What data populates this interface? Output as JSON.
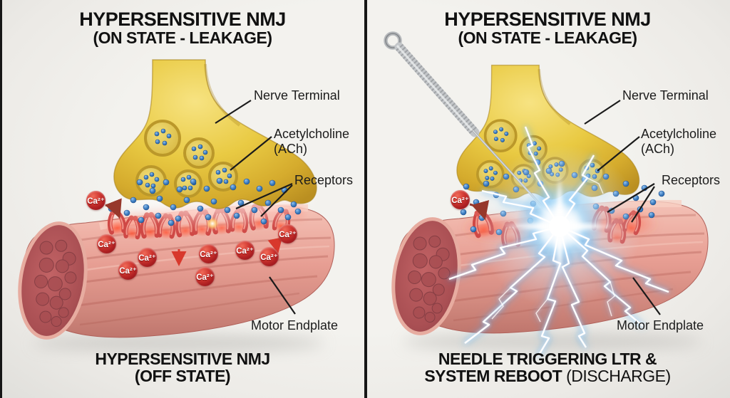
{
  "panels": {
    "left": {
      "title_line1": "HYPERSENSITIVE NMJ",
      "title_line2": "(ON STATE - LEAKAGE)",
      "caption_line1": "HYPERSENSITIVE NMJ",
      "caption_line2": "(OFF STATE)",
      "labels": {
        "nerve_terminal": "Nerve Terminal",
        "acetylcholine_line1": "Acetylcholine",
        "acetylcholine_line2": "(ACh)",
        "receptors": "Receptors",
        "motor_endplate": "Motor Endplate"
      },
      "ion_label": "Ca²⁺",
      "ion_count": 9
    },
    "right": {
      "title_line1": "HYPERSENSITIVE NMJ",
      "title_line2": "(ON STATE - LEAKAGE)",
      "caption_line1": "NEEDLE TRIGGERING LTR &",
      "caption_line2_strong": "SYSTEM REBOOT",
      "caption_line2_paren": "(DISCHARGE)",
      "labels": {
        "nerve_terminal": "Nerve Terminal",
        "acetylcholine_line1": "Acetylcholine",
        "acetylcholine_line2": "(ACh)",
        "receptors": "Receptors",
        "motor_endplate": "Motor Endplate"
      },
      "ion_label": "Ca²⁺",
      "ion_count": 1
    }
  },
  "icons": {
    "needle": "acupuncture-needle-icon",
    "discharge": "electric-discharge-burst",
    "ca_ion": "calcium-ion-badge",
    "ach_dot": "acetylcholine-molecule-dot",
    "receptor": "receptor-y-shape",
    "nerve_terminal": "nerve-terminal-bulb",
    "muscle": "muscle-fiber-cylinder"
  },
  "colors": {
    "background": "#efeeea",
    "divider": "#161616",
    "title_text": "#111111",
    "label_text": "#1c1c1c",
    "terminal_yellow": "#e4c437",
    "ach_blue": "#3a7cc0",
    "muscle_pink": "#e09288",
    "receptor_red": "#d35350",
    "calcium_red": "#b21f24",
    "discharge_blue": "#6fbdf2"
  }
}
